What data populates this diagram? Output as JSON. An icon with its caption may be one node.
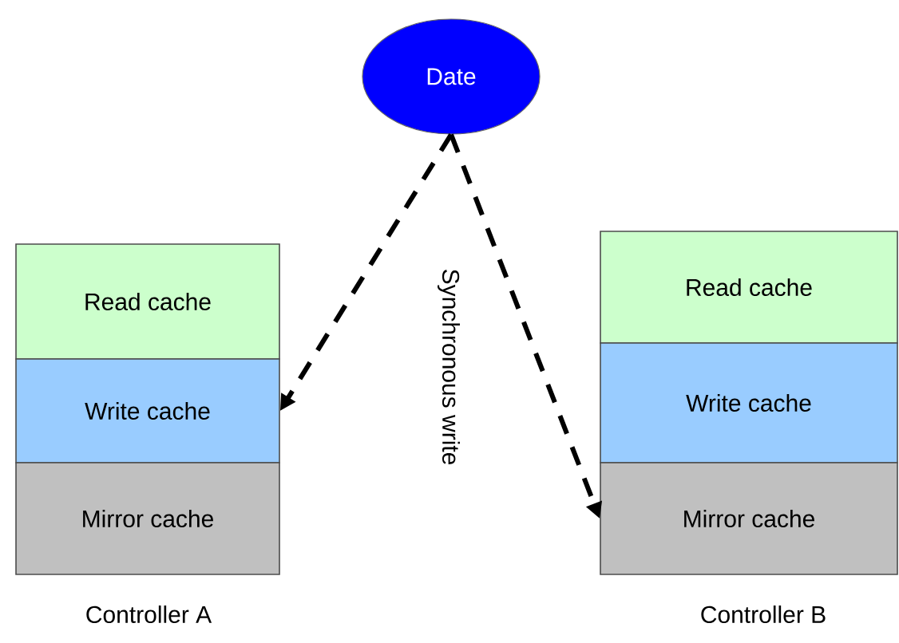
{
  "diagram": {
    "nodes": [
      {
        "text": [
          "Date"
        ]
      },
      {
        "text": [
          "Read cache"
        ]
      },
      {
        "text": [
          "Write cache"
        ]
      },
      {
        "text": [
          "Mirror cache"
        ]
      },
      {
        "text": [
          "Read cache"
        ]
      },
      {
        "text": [
          "Write cache"
        ]
      },
      {
        "text": [
          "Mirror cache"
        ]
      }
    ],
    "edges": [
      {
        "from": 0,
        "to": 2,
        "arrow": "to",
        "style": "dashed"
      },
      {
        "from": 0,
        "to": 6,
        "arrow": "to",
        "style": "dashed",
        "label": "Synchronous write"
      }
    ],
    "labels": [
      "Controller A",
      "Controller B"
    ]
  }
}
